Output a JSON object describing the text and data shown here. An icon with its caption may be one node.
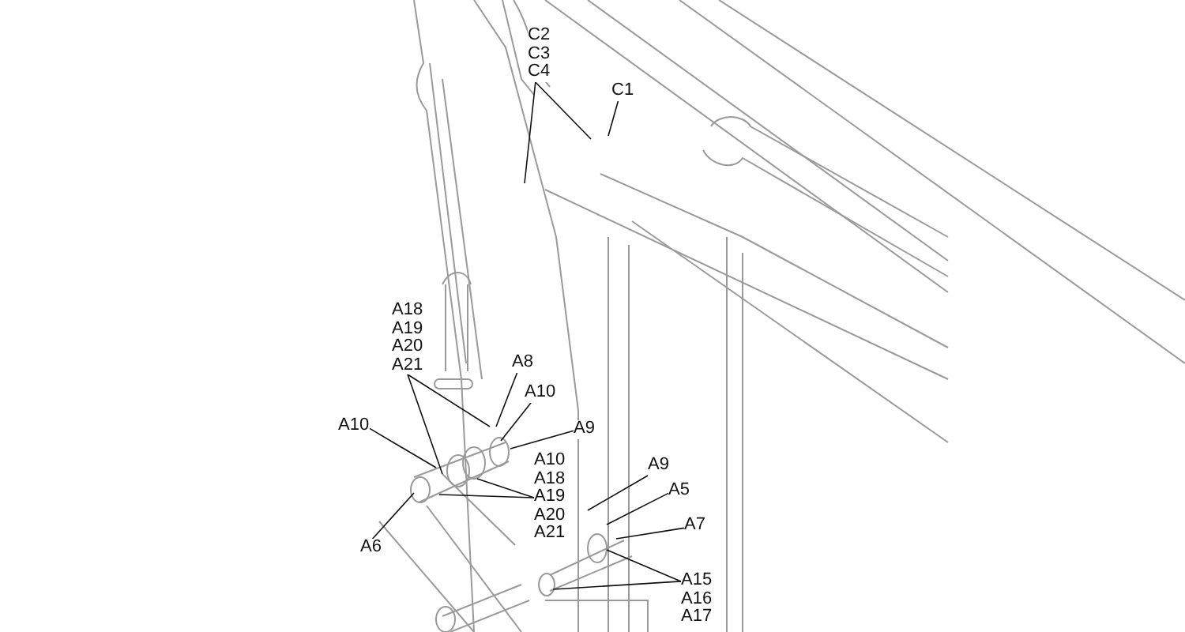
{
  "diagram": {
    "nodes": [
      {
        "text": [
          "C2",
          "C3",
          "C4"
        ]
      },
      {
        "text": [
          "C1"
        ]
      },
      {
        "text": [
          "A18",
          "A19",
          "A20",
          "A21"
        ]
      },
      {
        "text": [
          "A8"
        ]
      },
      {
        "text": [
          "A10"
        ]
      },
      {
        "text": [
          "A9"
        ]
      },
      {
        "text": [
          "A10"
        ]
      },
      {
        "text": [
          "A6"
        ]
      },
      {
        "text": [
          "A10",
          "A18",
          "A19",
          "A20",
          "A21"
        ]
      },
      {
        "text": [
          "A9"
        ]
      },
      {
        "text": [
          "A5"
        ]
      },
      {
        "text": [
          "A7"
        ]
      },
      {
        "text": [
          "A15",
          "A16",
          "A17"
        ]
      }
    ],
    "edges": [
      {
        "from": 0,
        "to": null,
        "arrow": "none"
      },
      {
        "from": 0,
        "to": null,
        "arrow": "none"
      },
      {
        "from": 1,
        "to": null,
        "arrow": "none"
      },
      {
        "from": 2,
        "to": null,
        "arrow": "none"
      },
      {
        "from": 2,
        "to": null,
        "arrow": "none"
      },
      {
        "from": 3,
        "to": null,
        "arrow": "none"
      },
      {
        "from": 4,
        "to": null,
        "arrow": "none"
      },
      {
        "from": 5,
        "to": null,
        "arrow": "none"
      },
      {
        "from": 6,
        "to": null,
        "arrow": "none"
      },
      {
        "from": 7,
        "to": null,
        "arrow": "none"
      },
      {
        "from": 8,
        "to": null,
        "arrow": "none"
      },
      {
        "from": 8,
        "to": null,
        "arrow": "none"
      },
      {
        "from": 9,
        "to": null,
        "arrow": "none"
      },
      {
        "from": 10,
        "to": null,
        "arrow": "none"
      },
      {
        "from": 11,
        "to": null,
        "arrow": "none"
      },
      {
        "from": 12,
        "to": null,
        "arrow": "none"
      },
      {
        "from": 12,
        "to": null,
        "arrow": "none"
      }
    ]
  }
}
